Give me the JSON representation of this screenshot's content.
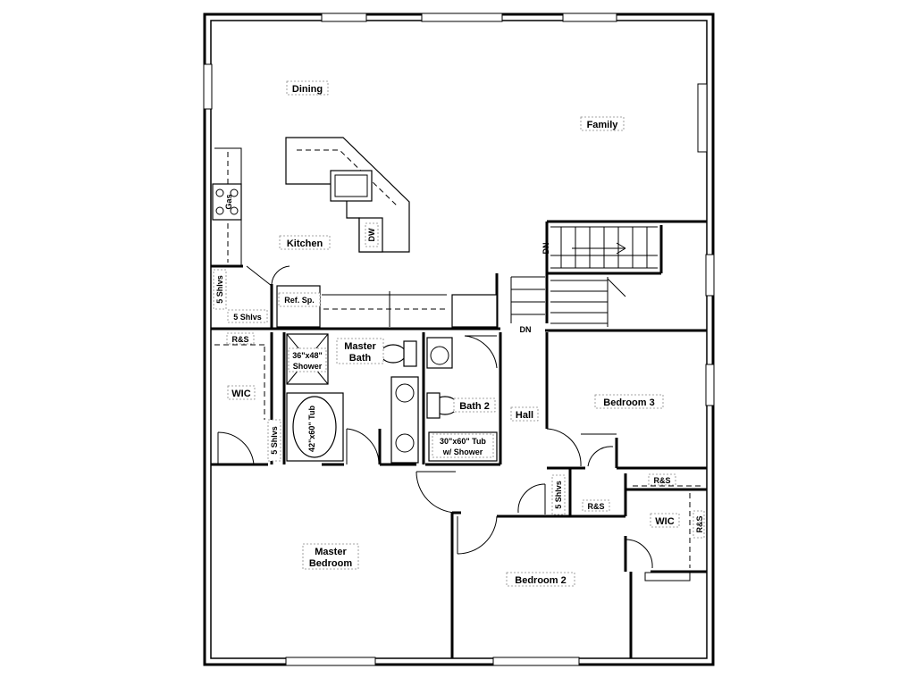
{
  "rooms": {
    "dining": "Dining",
    "family": "Family",
    "kitchen": "Kitchen",
    "master_bath_1": "Master",
    "master_bath_2": "Bath",
    "bath2": "Bath 2",
    "hall": "Hall",
    "bedroom3": "Bedroom 3",
    "wic_left": "WIC",
    "wic_right": "WIC",
    "master_bedroom_1": "Master",
    "master_bedroom_2": "Bedroom",
    "bedroom2": "Bedroom 2"
  },
  "fixtures": {
    "dw": "DW",
    "gas": "Gas",
    "ref_sp": "Ref. Sp.",
    "shelves_v1": "5 Shlvs",
    "shelves_h1": "5 Shlvs",
    "shelves_wic": "5 Shlvs",
    "shelves_hall": "5 Shlvs",
    "rs_left": "R&S",
    "rs_right_top": "R&S",
    "rs_right_side": "R&S",
    "rs_hall": "R&S",
    "shower_1": "36\"x48\"",
    "shower_2": "Shower",
    "tub_master": "42\"x60\" Tub",
    "tub_bath2_1": "30\"x60\" Tub",
    "tub_bath2_2": "w/ Shower",
    "dn_upper": "DN",
    "dn_lower": "DN"
  }
}
